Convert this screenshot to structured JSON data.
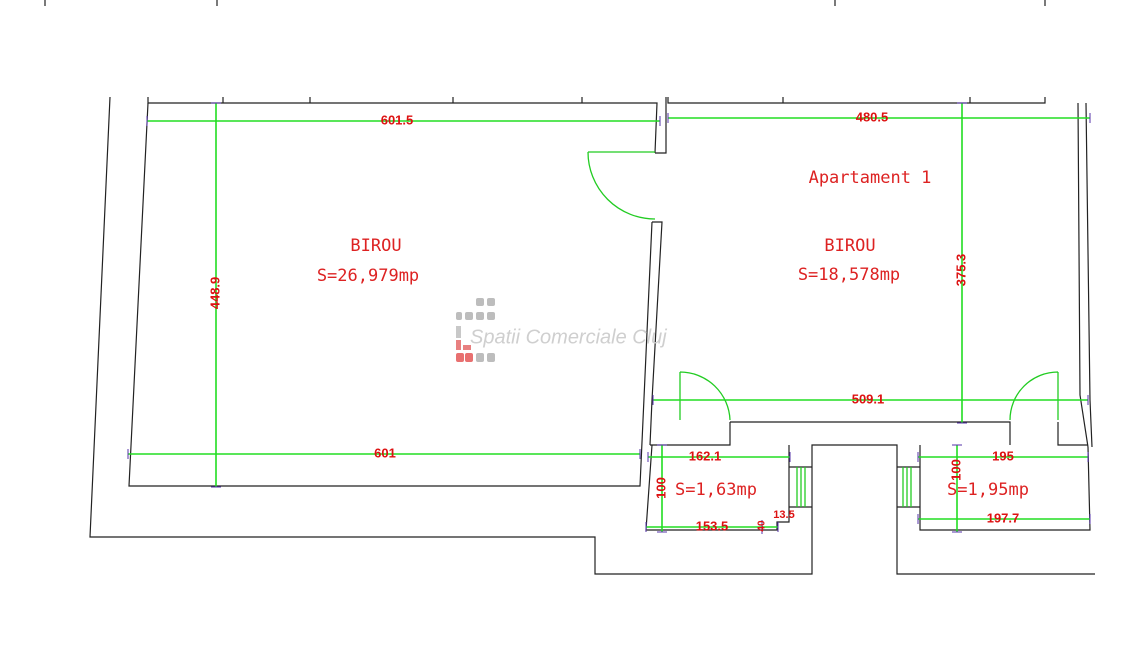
{
  "plan": {
    "apartment_label": "Apartament 1",
    "rooms": [
      {
        "name": "BIROU",
        "area": "S=26,979mp"
      },
      {
        "name": "BIROU",
        "area": "S=18,578mp"
      },
      {
        "name": "",
        "area": "S=1,63mp"
      },
      {
        "name": "",
        "area": "S=1,95mp"
      }
    ],
    "dimensions": {
      "top_left": "601.5",
      "top_right": "480.5",
      "left_height": "448.9",
      "right_height": "375.3",
      "right_bottom": "509.1",
      "bottom_left": "601",
      "small1_top": "162.1",
      "small1_height": "100",
      "small1_bottom": "153.5",
      "small1_step": "13.5",
      "small1_notch": "40",
      "small2_top": "195",
      "small2_height": "100",
      "small2_bottom": "197.7"
    },
    "watermark": "Spatii Comerciale Cluj",
    "colors": {
      "dimension": "#22dd22",
      "text": "#dd2222",
      "wall": "#222222"
    }
  }
}
